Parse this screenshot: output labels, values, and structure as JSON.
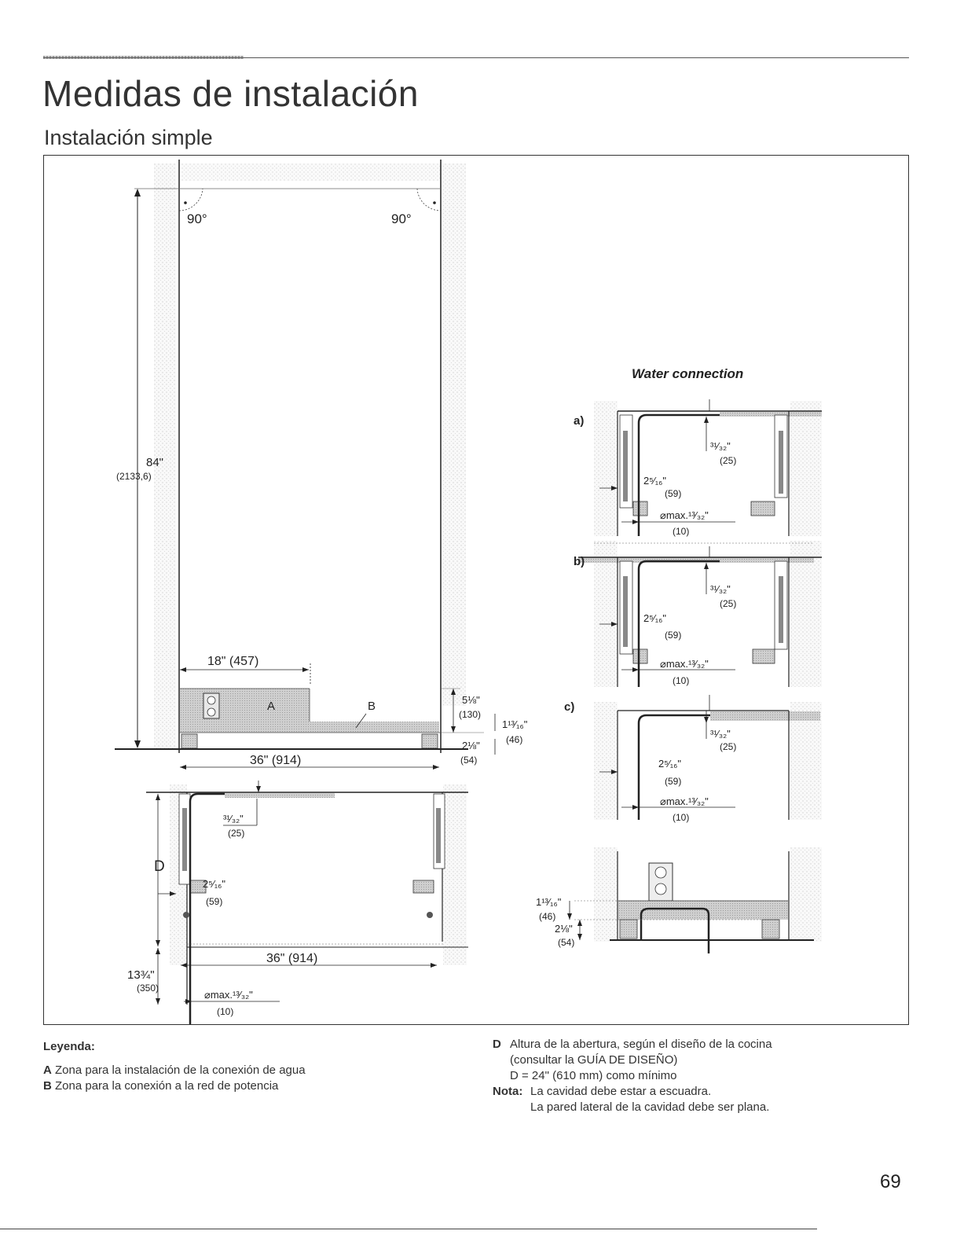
{
  "page": {
    "title": "Medidas de instalación",
    "subtitle": "Instalación simple",
    "page_number": "69"
  },
  "diagram": {
    "front": {
      "angle_left": "90°",
      "angle_right": "90°",
      "height": "84\"",
      "height_mm": "(2133,6)",
      "zone_width": "18\" (457)",
      "width": "36\" (914)",
      "label_a": "A",
      "label_b": "B",
      "dim_5_1_8": "5⅛\"",
      "dim_5_1_8_mm": "(130)",
      "dim_1_13_16": "1¹³⁄₁₆\"",
      "dim_1_13_16_mm": "(46)",
      "dim_2_1_8": "2⅛\"",
      "dim_2_1_8_mm": "(54)"
    },
    "top_view": {
      "label_d": "D",
      "dim_31_32": "³¹⁄₃₂\"",
      "dim_31_32_mm": "(25)",
      "dim_2_5_16": "2⁵⁄₁₆\"",
      "dim_2_5_16_mm": "(59)",
      "width": "36\" (914)",
      "depth": "13¾\"",
      "depth_mm": "(350)",
      "diameter": "⌀max.¹³⁄₃₂\"",
      "diameter_mm": "(10)"
    },
    "water": {
      "title": "Water connection",
      "a": "a)",
      "b": "b)",
      "c": "c)",
      "dim_31_32": "³¹⁄₃₂\"",
      "dim_31_32_mm": "(25)",
      "dim_2_5_16": "2⁵⁄₁₆\"",
      "dim_2_5_16_mm": "(59)",
      "diameter": "⌀max.¹³⁄₃₂\"",
      "diameter_mm": "(10)"
    },
    "detail": {
      "dim_1_13_16": "1¹³⁄₁₆\"",
      "dim_1_13_16_mm": "(46)",
      "dim_2_1_8": "2⅛\"",
      "dim_2_1_8_mm": "(54)"
    }
  },
  "legend": {
    "heading": "Leyenda:",
    "a_key": "A",
    "a_text": "Zona para la instalación de la conexión de agua",
    "b_key": "B",
    "b_text": "Zona para la conexión a la red de potencia",
    "d_key": "D",
    "d_line1": "Altura de la abertura, según el diseño de la cocina",
    "d_line2": "(consultar la GUÍA DE DISEÑO)",
    "d_line3": "D = 24\" (610 mm) como mínimo",
    "nota_label": "Nota:",
    "nota_line1": "La cavidad debe estar a escuadra.",
    "nota_line2": "La pared lateral de la cavidad debe ser plana."
  }
}
